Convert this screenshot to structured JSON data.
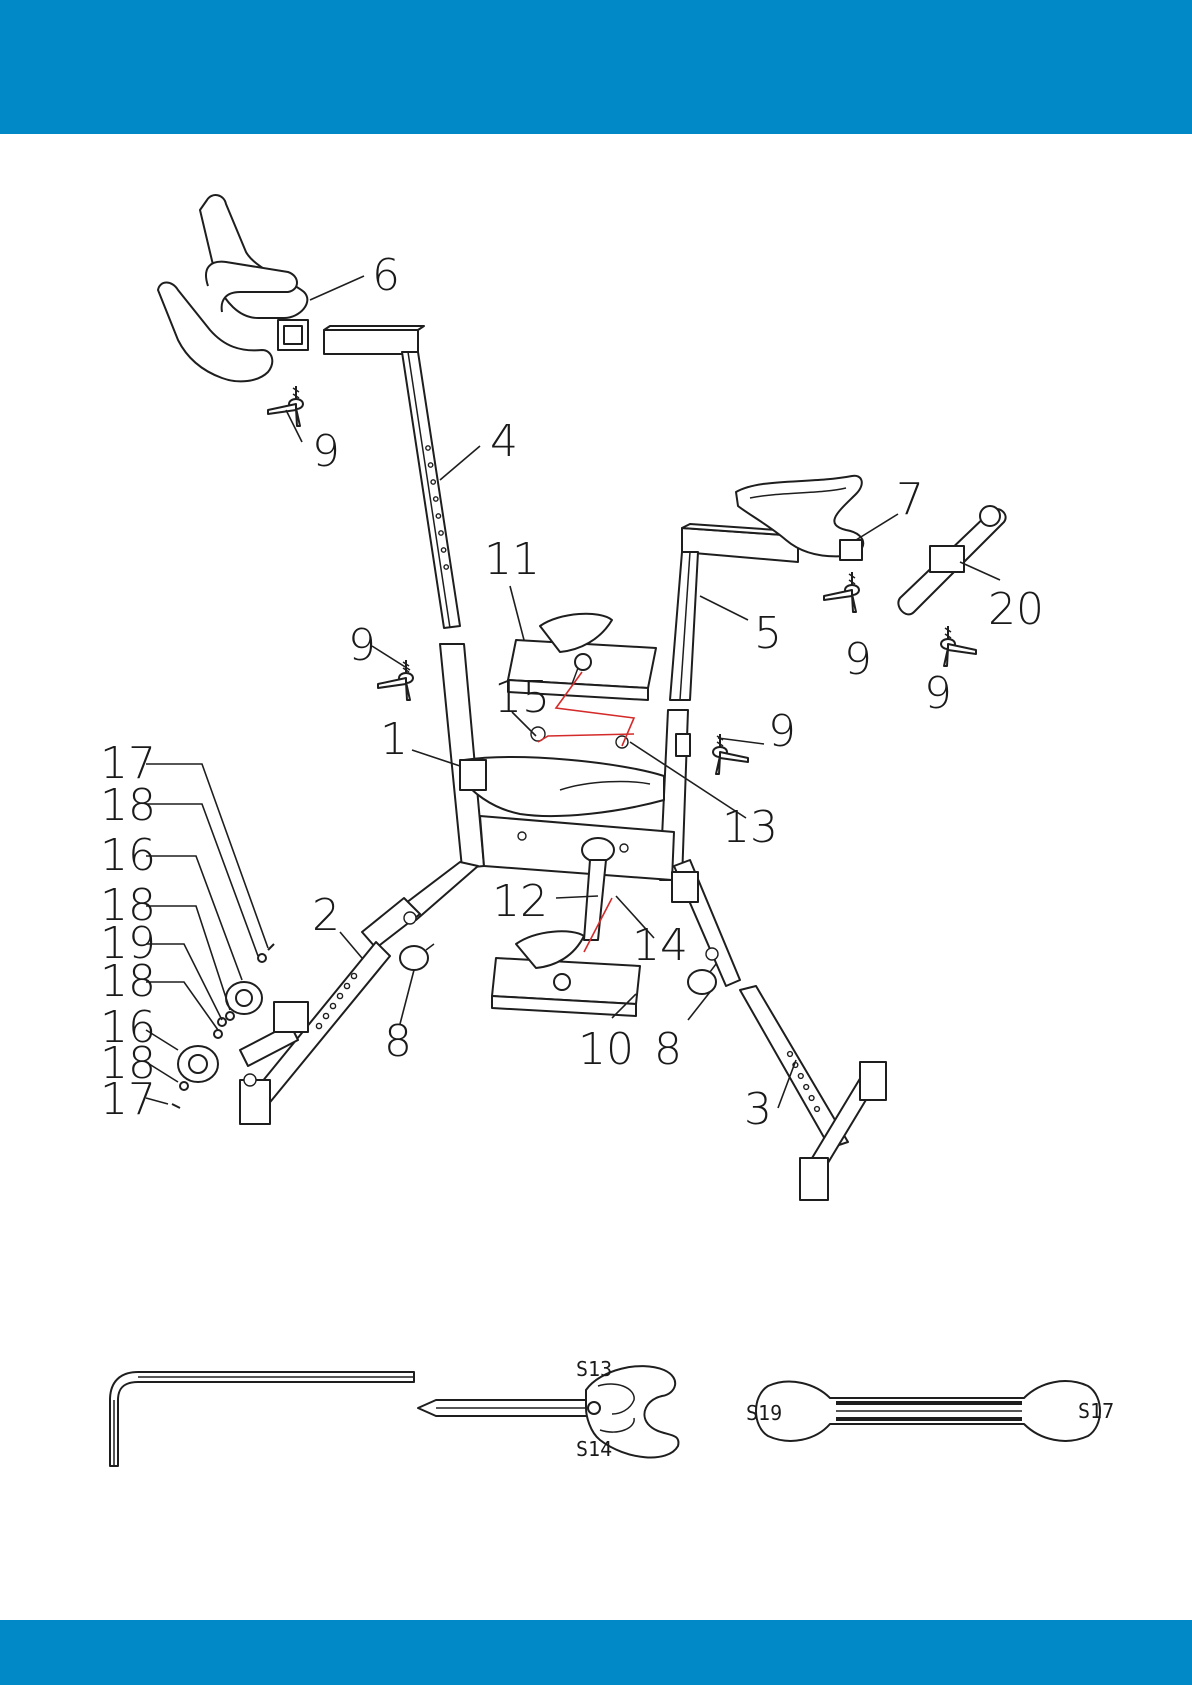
{
  "colors": {
    "brand_band": "#0088c7",
    "line": "#1e1e1e",
    "connector": "#d42a2a"
  },
  "part_labels": {
    "p1": "1",
    "p2": "2",
    "p3": "3",
    "p4": "4",
    "p5": "5",
    "p6": "6",
    "p7": "7",
    "p8a": "8",
    "p8b": "8",
    "p9a": "9",
    "p9b": "9",
    "p9c": "9",
    "p9d": "9",
    "p9e": "9",
    "p10": "10",
    "p11": "11",
    "p12": "12",
    "p13": "13",
    "p14": "14",
    "p15": "15",
    "p16a": "16",
    "p16b": "16",
    "p17a": "17",
    "p17b": "17",
    "p18a": "18",
    "p18b": "18",
    "p18c": "18",
    "p18d": "18",
    "p19": "19",
    "p20": "20"
  },
  "tool_labels": {
    "s13": "S13",
    "s14": "S14",
    "s19": "S19",
    "s17": "S17"
  }
}
